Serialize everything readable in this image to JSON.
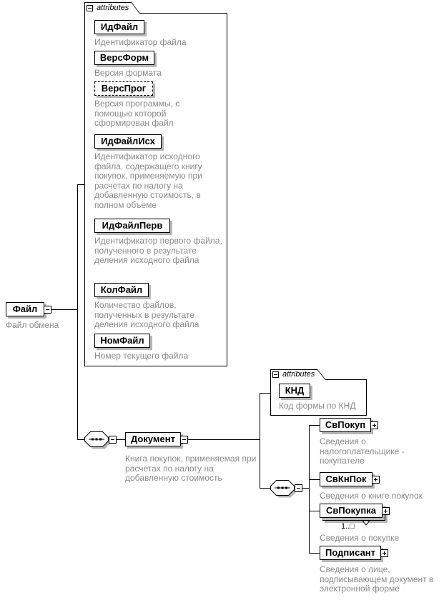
{
  "diagram": {
    "root": {
      "name": "Файл",
      "annotation": "Файл обмена"
    },
    "file_attributes": {
      "label": "attributes",
      "items": [
        {
          "name": "ИдФайл",
          "annotation": "Идентификатор файла"
        },
        {
          "name": "ВерсФорм",
          "annotation": "Версия формата"
        },
        {
          "name": "ВерсПрог",
          "annotation": "Версия программы, с помощью которой сформирован файл"
        },
        {
          "name": "ИдФайлИсх",
          "annotation": "Идентификатор исходного файла, содержащего книгу покупок, применяемую при расчетах по налогу на добавленную стоимость, в полном объеме"
        },
        {
          "name": "ИдФайлПерв",
          "annotation": "Идентификатор первого файла, полученного в результате деления исходного файла"
        },
        {
          "name": "КолФайл",
          "annotation": "Количество файлов, полученных в результате деления исходного файла"
        },
        {
          "name": "НомФайл",
          "annotation": "Номер текущего файла"
        }
      ]
    },
    "document": {
      "name": "Документ",
      "annotation": "Книга покупок, применяемая при расчетах по налогу на добавленную стоимость"
    },
    "document_attributes": {
      "label": "attributes",
      "items": [
        {
          "name": "КНД",
          "annotation": "Код формы по КНД"
        }
      ]
    },
    "document_children": [
      {
        "name": "СвПокуп",
        "annotation": "Сведения о налогоплательщике - покупателе"
      },
      {
        "name": "СвКнПок",
        "annotation": "Сведения о книге покупок"
      },
      {
        "name": "СвПокупка",
        "annotation": "Сведения о покупке",
        "occurrence": "1..□"
      },
      {
        "name": "Подписант",
        "annotation": "Сведения о лице, подписывающем документ в электронной форме"
      }
    ]
  }
}
